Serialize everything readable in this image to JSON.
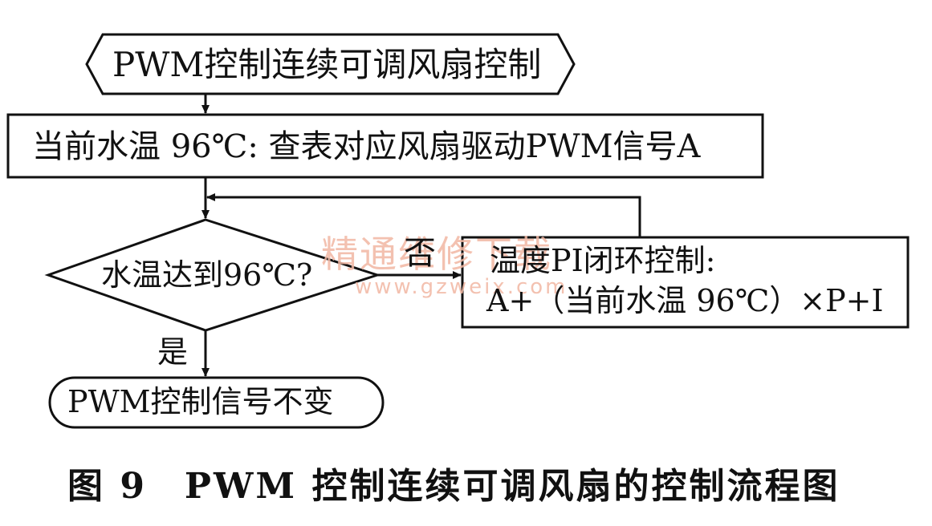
{
  "diagram": {
    "nodes": {
      "start": {
        "text": "PWM控制连续可调风扇控制"
      },
      "lookup": {
        "text": "当前水温 96℃: 查表对应风扇驱动PWM信号A"
      },
      "decision": {
        "text": "水温达到96℃?"
      },
      "pi_control": {
        "line1": "温度PI闭环控制:",
        "line2": "A+（当前水温 96℃）×P+I"
      },
      "end": {
        "text": "PWM控制信号不变"
      }
    },
    "edge_labels": {
      "no": "否",
      "yes": "是"
    }
  },
  "watermark": {
    "line1": "精通维修下载",
    "line2": "www.gzweix.com"
  },
  "caption": "图 9　PWM 控制连续可调风扇的控制流程图"
}
